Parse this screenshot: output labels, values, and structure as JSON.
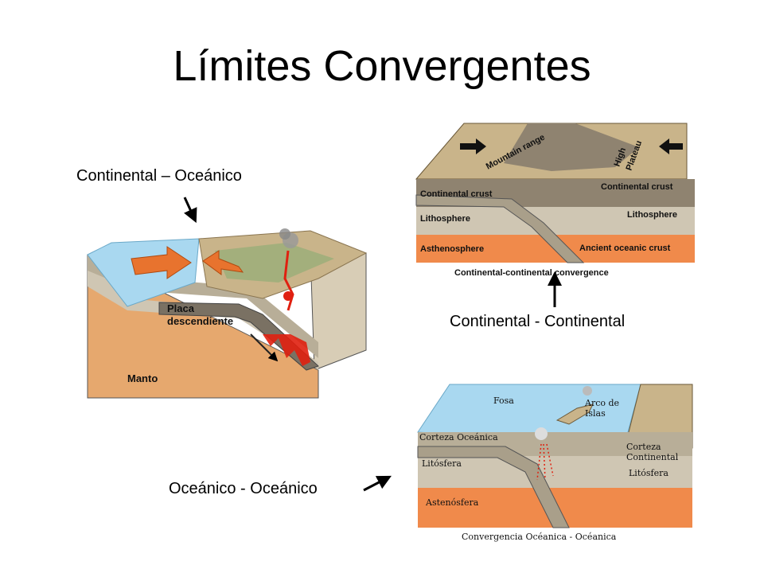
{
  "slide": {
    "title": "Límites Convergentes"
  },
  "captions": {
    "continental_oceanico": "Continental – Oceánico",
    "continental_continental": "Continental - Continental",
    "oceanico_oceanico": "Oceánico - Oceánico"
  },
  "diagram_left": {
    "placa_line1": "Placa",
    "placa_line2": "descendiente",
    "manto": "Manto"
  },
  "diagram_top_right": {
    "mountain_range": "Mountain range",
    "high": "High",
    "plateau": "Plateau",
    "continental_crust_left": "Continental crust",
    "continental_crust_right": "Continental crust",
    "lithosphere_left": "Lithosphere",
    "lithosphere_right": "Lithosphere",
    "asthenosphere": "Asthenosphere",
    "ancient_oceanic_crust": "Ancient oceanic crust",
    "caption": "Continental-continental convergence"
  },
  "diagram_bottom_right": {
    "fosa": "Fosa",
    "arco_line1": "Arco de",
    "arco_line2": "Islas",
    "corteza_oceanica": "Corteza Oceánica",
    "corteza_cont_line1": "Corteza",
    "corteza_cont_line2": "Continental",
    "litosfera_left": "Litósfera",
    "litosfera_right": "Litósfera",
    "astenosfera": "Astenósfera",
    "caption": "Convergencia Océanica - Océanica"
  },
  "colors": {
    "ocean": "#a9d8f0",
    "continental": "#c9b48a",
    "lithosphere": "#cfc6b3",
    "asthenosphere": "#f08a4b",
    "mantle": "#e6a86e",
    "arrow": "#e8732e",
    "magma": "#e02010"
  }
}
